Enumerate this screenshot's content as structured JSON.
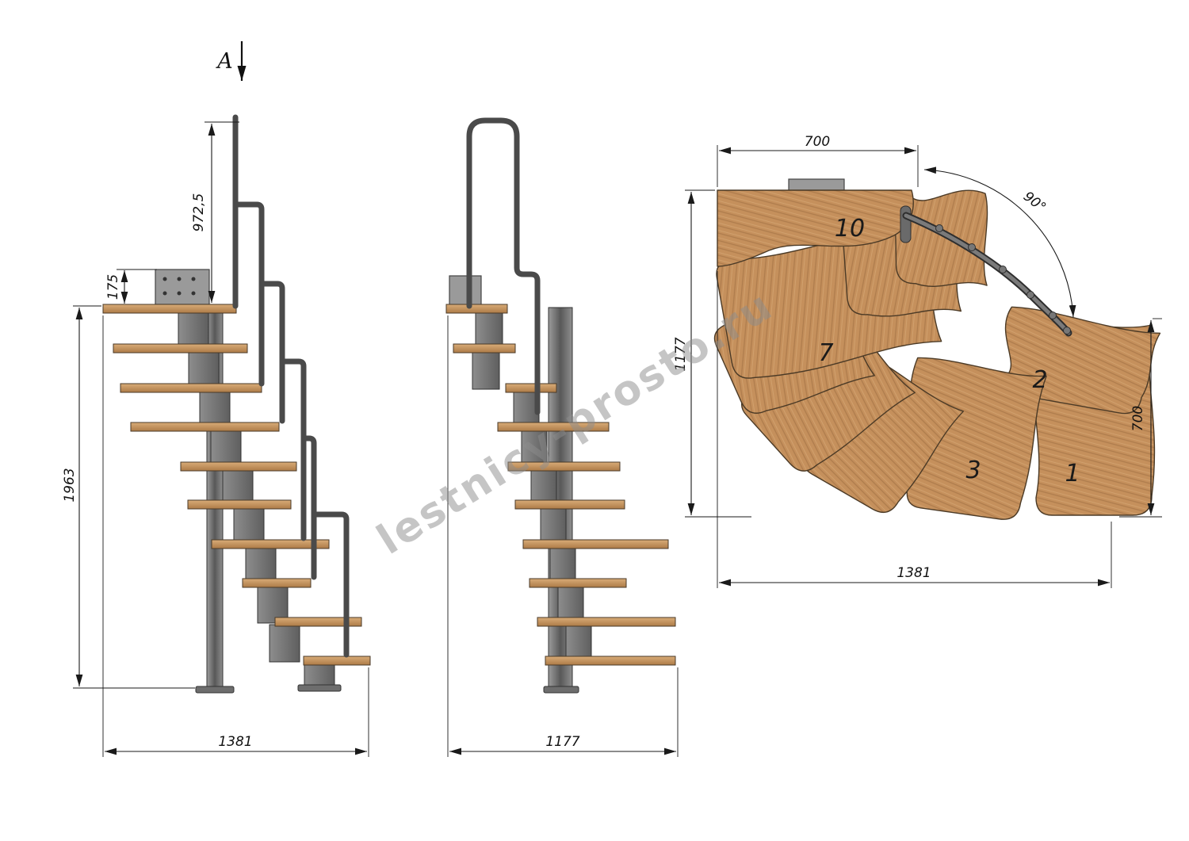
{
  "watermark": "lestnicy-prosto.ru",
  "section": {
    "label": "A"
  },
  "side_view": {
    "dim_rail_height": "972,5",
    "dim_bracket": "175",
    "dim_total_height": "1963",
    "dim_run": "1381"
  },
  "front_view": {
    "dim_width": "1177"
  },
  "plan_view": {
    "dim_landing_width": "700",
    "dim_turn_angle": "90°",
    "dim_depth": "1177",
    "dim_stair_width": "700",
    "dim_run": "1381",
    "treads": {
      "t1": "1",
      "t2": "2",
      "t3": "3",
      "t7": "7",
      "t10": "10"
    }
  }
}
